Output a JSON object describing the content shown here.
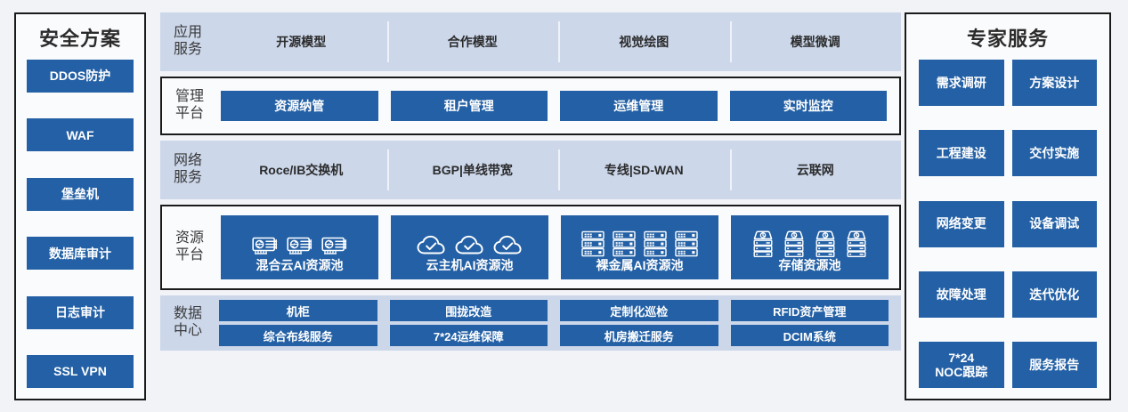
{
  "security_panel": {
    "title": "安全方案",
    "items": [
      {
        "label": "DDOS防护",
        "icon": "shield-icon"
      },
      {
        "label": "WAF",
        "icon": "firewall-icon"
      },
      {
        "label": "堡垒机",
        "icon": "bastion-icon"
      },
      {
        "label": "数据库审计",
        "icon": "database-audit-icon"
      },
      {
        "label": "日志审计",
        "icon": "log-audit-icon"
      },
      {
        "label": "SSL VPN",
        "icon": "vpn-icon"
      }
    ]
  },
  "expert_panel": {
    "title": "专家服务",
    "items": [
      {
        "label": "需求调研"
      },
      {
        "label": "方案设计"
      },
      {
        "label": "工程建设"
      },
      {
        "label": "交付实施"
      },
      {
        "label": "网络变更"
      },
      {
        "label": "设备调试"
      },
      {
        "label": "故障处理"
      },
      {
        "label": "迭代优化"
      },
      {
        "label": "7*24\nNOC跟踪"
      },
      {
        "label": "服务报告"
      }
    ]
  },
  "rows": [
    {
      "id": "application-services",
      "label": "应用\n服务",
      "style": "tinted-plain",
      "items": [
        {
          "label": "开源模型"
        },
        {
          "label": "合作模型"
        },
        {
          "label": "视觉绘图"
        },
        {
          "label": "模型微调"
        }
      ]
    },
    {
      "id": "management-platform",
      "label": "管理\n平台",
      "style": "bordered-buttons",
      "items": [
        {
          "label": "资源纳管"
        },
        {
          "label": "租户管理"
        },
        {
          "label": "运维管理"
        },
        {
          "label": "实时监控"
        }
      ]
    },
    {
      "id": "network-services",
      "label": "网络\n服务",
      "style": "tinted-plain",
      "items": [
        {
          "label": "Roce/IB交换机"
        },
        {
          "label": "BGP|单线带宽"
        },
        {
          "label": "专线|SD-WAN"
        },
        {
          "label": "云联网"
        }
      ]
    },
    {
      "id": "resource-platform",
      "label": "资源\n平台",
      "style": "bordered-resource",
      "items": [
        {
          "label": "混合云AI资源池",
          "icon": "gpu-card-icon",
          "icon_count": 3
        },
        {
          "label": "云主机AI资源池",
          "icon": "cloud-check-icon",
          "icon_count": 3
        },
        {
          "label": "裸金属AI资源池",
          "icon": "server-rack-icon",
          "icon_count": 4
        },
        {
          "label": "存储资源池",
          "icon": "storage-array-icon",
          "icon_count": 4
        }
      ]
    },
    {
      "id": "data-center",
      "label": "数据\n中心",
      "style": "tinted-double-buttons",
      "line1": [
        {
          "label": "机柜"
        },
        {
          "label": "围拢改造"
        },
        {
          "label": "定制化巡检"
        },
        {
          "label": "RFID资产管理"
        }
      ],
      "line2": [
        {
          "label": "综合布线服务"
        },
        {
          "label": "7*24运维保障"
        },
        {
          "label": "机房搬迁服务"
        },
        {
          "label": "DCIM系统"
        }
      ]
    }
  ],
  "colors": {
    "page_background": "#f2f3f7",
    "accent_blue": "#2360a5",
    "tinted_row": "#ccd7ea",
    "panel_background": "#fafbfd",
    "border_black": "#1a1a1a",
    "title_text": "#2b2b2b"
  }
}
